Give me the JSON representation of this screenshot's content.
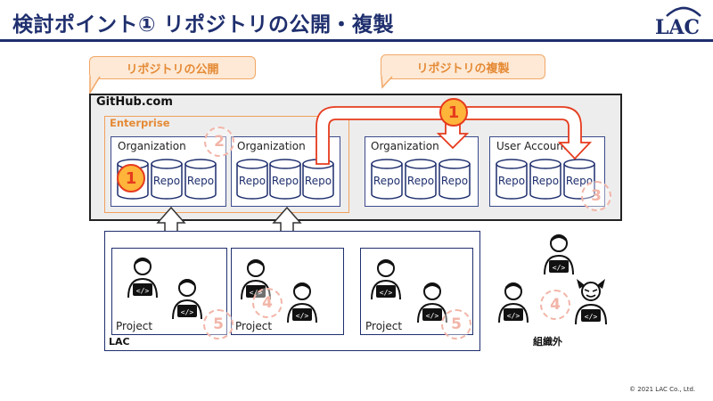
{
  "header": {
    "title": "検討ポイント① リポジトリの公開・複製",
    "logo": "LAC"
  },
  "callouts": {
    "publish": "リポジトリの公開",
    "clone": "リポジトリの複製"
  },
  "github": {
    "label": "GitHub.com",
    "enterprise_label": "Enterprise"
  },
  "orgs": [
    {
      "label": "Organization",
      "repos": [
        "",
        "Repo",
        "Repo"
      ]
    },
    {
      "label": "Organization",
      "repos": [
        "Repo",
        "Repo",
        "Repo"
      ]
    },
    {
      "label": "Organization",
      "repos": [
        "Repo",
        "Repo",
        "Repo"
      ]
    },
    {
      "label": "User Account",
      "repos": [
        "Repo",
        "Repo",
        "Repo"
      ]
    }
  ],
  "badges": {
    "b1": "1",
    "b2": "2",
    "b3": "3",
    "b4": "4",
    "b5": "5"
  },
  "lac": {
    "label": "LAC",
    "projects": [
      "Project",
      "Project",
      "Project"
    ]
  },
  "outside_label": "組織外",
  "footer": {
    "copyright": "© 2021 LAC Co., Ltd."
  },
  "colors": {
    "navy": "#1f2f6e",
    "orange": "#f2a05b",
    "red": "#e63b1d",
    "accent_yellow": "#ffb43a"
  },
  "icons": [
    "user-coder-icon",
    "devil-coder-icon",
    "repository-icon"
  ]
}
